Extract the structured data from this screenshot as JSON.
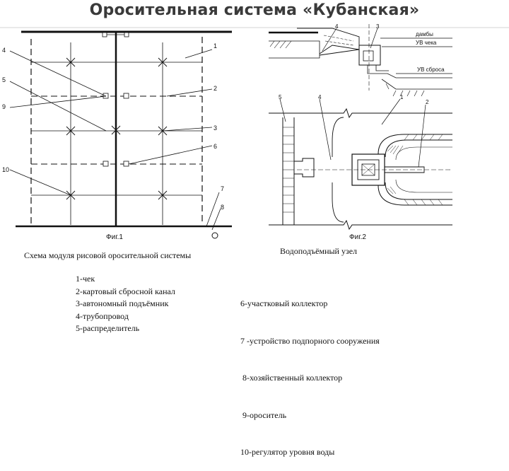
{
  "title": "Оросительная система «Кубанская»",
  "fig1": {
    "caption": "Фиг.1",
    "callouts": [
      "1",
      "2",
      "3",
      "4",
      "5",
      "6",
      "7",
      "8",
      "9",
      "10"
    ]
  },
  "fig2": {
    "caption": "Фиг.2",
    "labels": {
      "dambs": "дамбы",
      "uv_chek": "УВ чека",
      "uv_sbrosa": "УВ сброса"
    },
    "callouts_top": [
      "4",
      "3"
    ],
    "callouts_plan": [
      "5",
      "4",
      "1",
      "2"
    ]
  },
  "captions": {
    "left": "Схема модуля рисовой оросительной системы",
    "right": "Водоподъёмный узел"
  },
  "legend": {
    "left": [
      "1-чек",
      "2-картовый сбросной канал",
      "3-автономный подъёмник",
      "4-трубопровод",
      "5-распределитель"
    ],
    "right": [
      "6-участковый коллектор",
      "7 -устройство подпорного сооружения",
      " 8-хозяйственный коллектор",
      " 9-ороситель",
      "10-регулятор уровня воды"
    ]
  }
}
